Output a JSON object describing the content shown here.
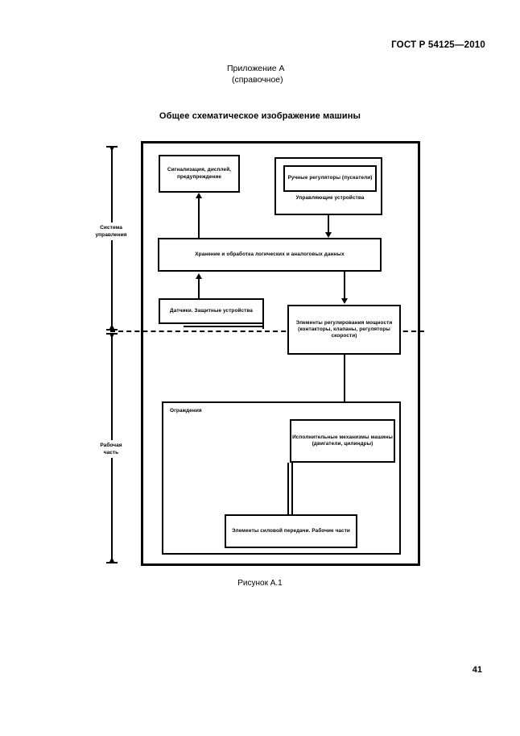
{
  "document": {
    "standard_header": "ГОСТ Р 54125—2010",
    "page_number": "41",
    "appendix_title": "Приложение А",
    "appendix_subtitle": "(справочное)",
    "figure_title": "Общее схематическое изображение машины",
    "figure_caption": "Рисунок А.1"
  },
  "diagram": {
    "zones": [
      {
        "id": "control-system",
        "label": "Система\nуправления"
      },
      {
        "id": "working-part",
        "label": "Рабочая\nчасть"
      }
    ],
    "zone_control_label_line1": "Система",
    "zone_control_label_line2": "управления",
    "zone_working_label_line1": "Рабочая",
    "zone_working_label_line2": "часть",
    "boxes": {
      "signal": "Сигнализация, дисплей, предупреждение",
      "manual_controls": "Ручные регуляторы (пускатели)",
      "control_devices": "Управляющие устройства",
      "storage": "Хранение и обработка логических и аналоговых данных",
      "sensors": "Датчики. Защитные устройства",
      "power_elements": "Элементы регулирования мощности (контакторы, клапаны, регуляторы скорости)",
      "guards": "Ограждения",
      "actuators": "Исполнительные механизмы машины (двигатели, цилиндры)",
      "transmission": "Элементы силовой передачи. Рабочие части"
    }
  },
  "colors": {
    "ink": "#000000",
    "paper": "#ffffff"
  }
}
